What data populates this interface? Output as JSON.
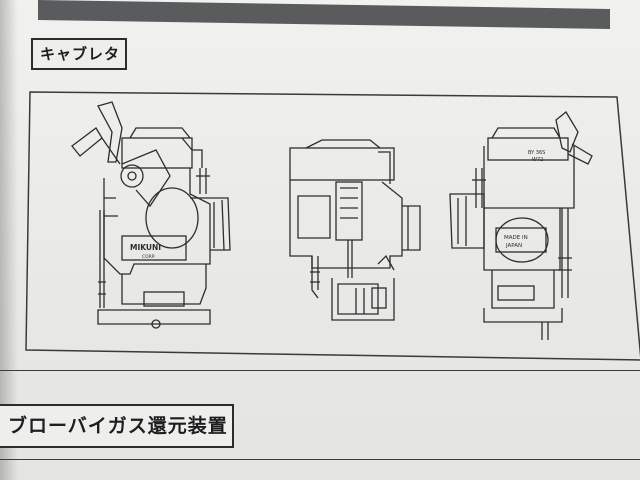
{
  "section_title": "キャブレタ",
  "next_section_title": "ブローバイガス還元装置",
  "diagram": {
    "nameplate_lines": [
      "MIKUNI",
      "CORP."
    ],
    "origin_label_lines": [
      "MADE IN",
      "JAPAN"
    ],
    "part_code_lines": [
      "BY 36S",
      "W72"
    ]
  }
}
